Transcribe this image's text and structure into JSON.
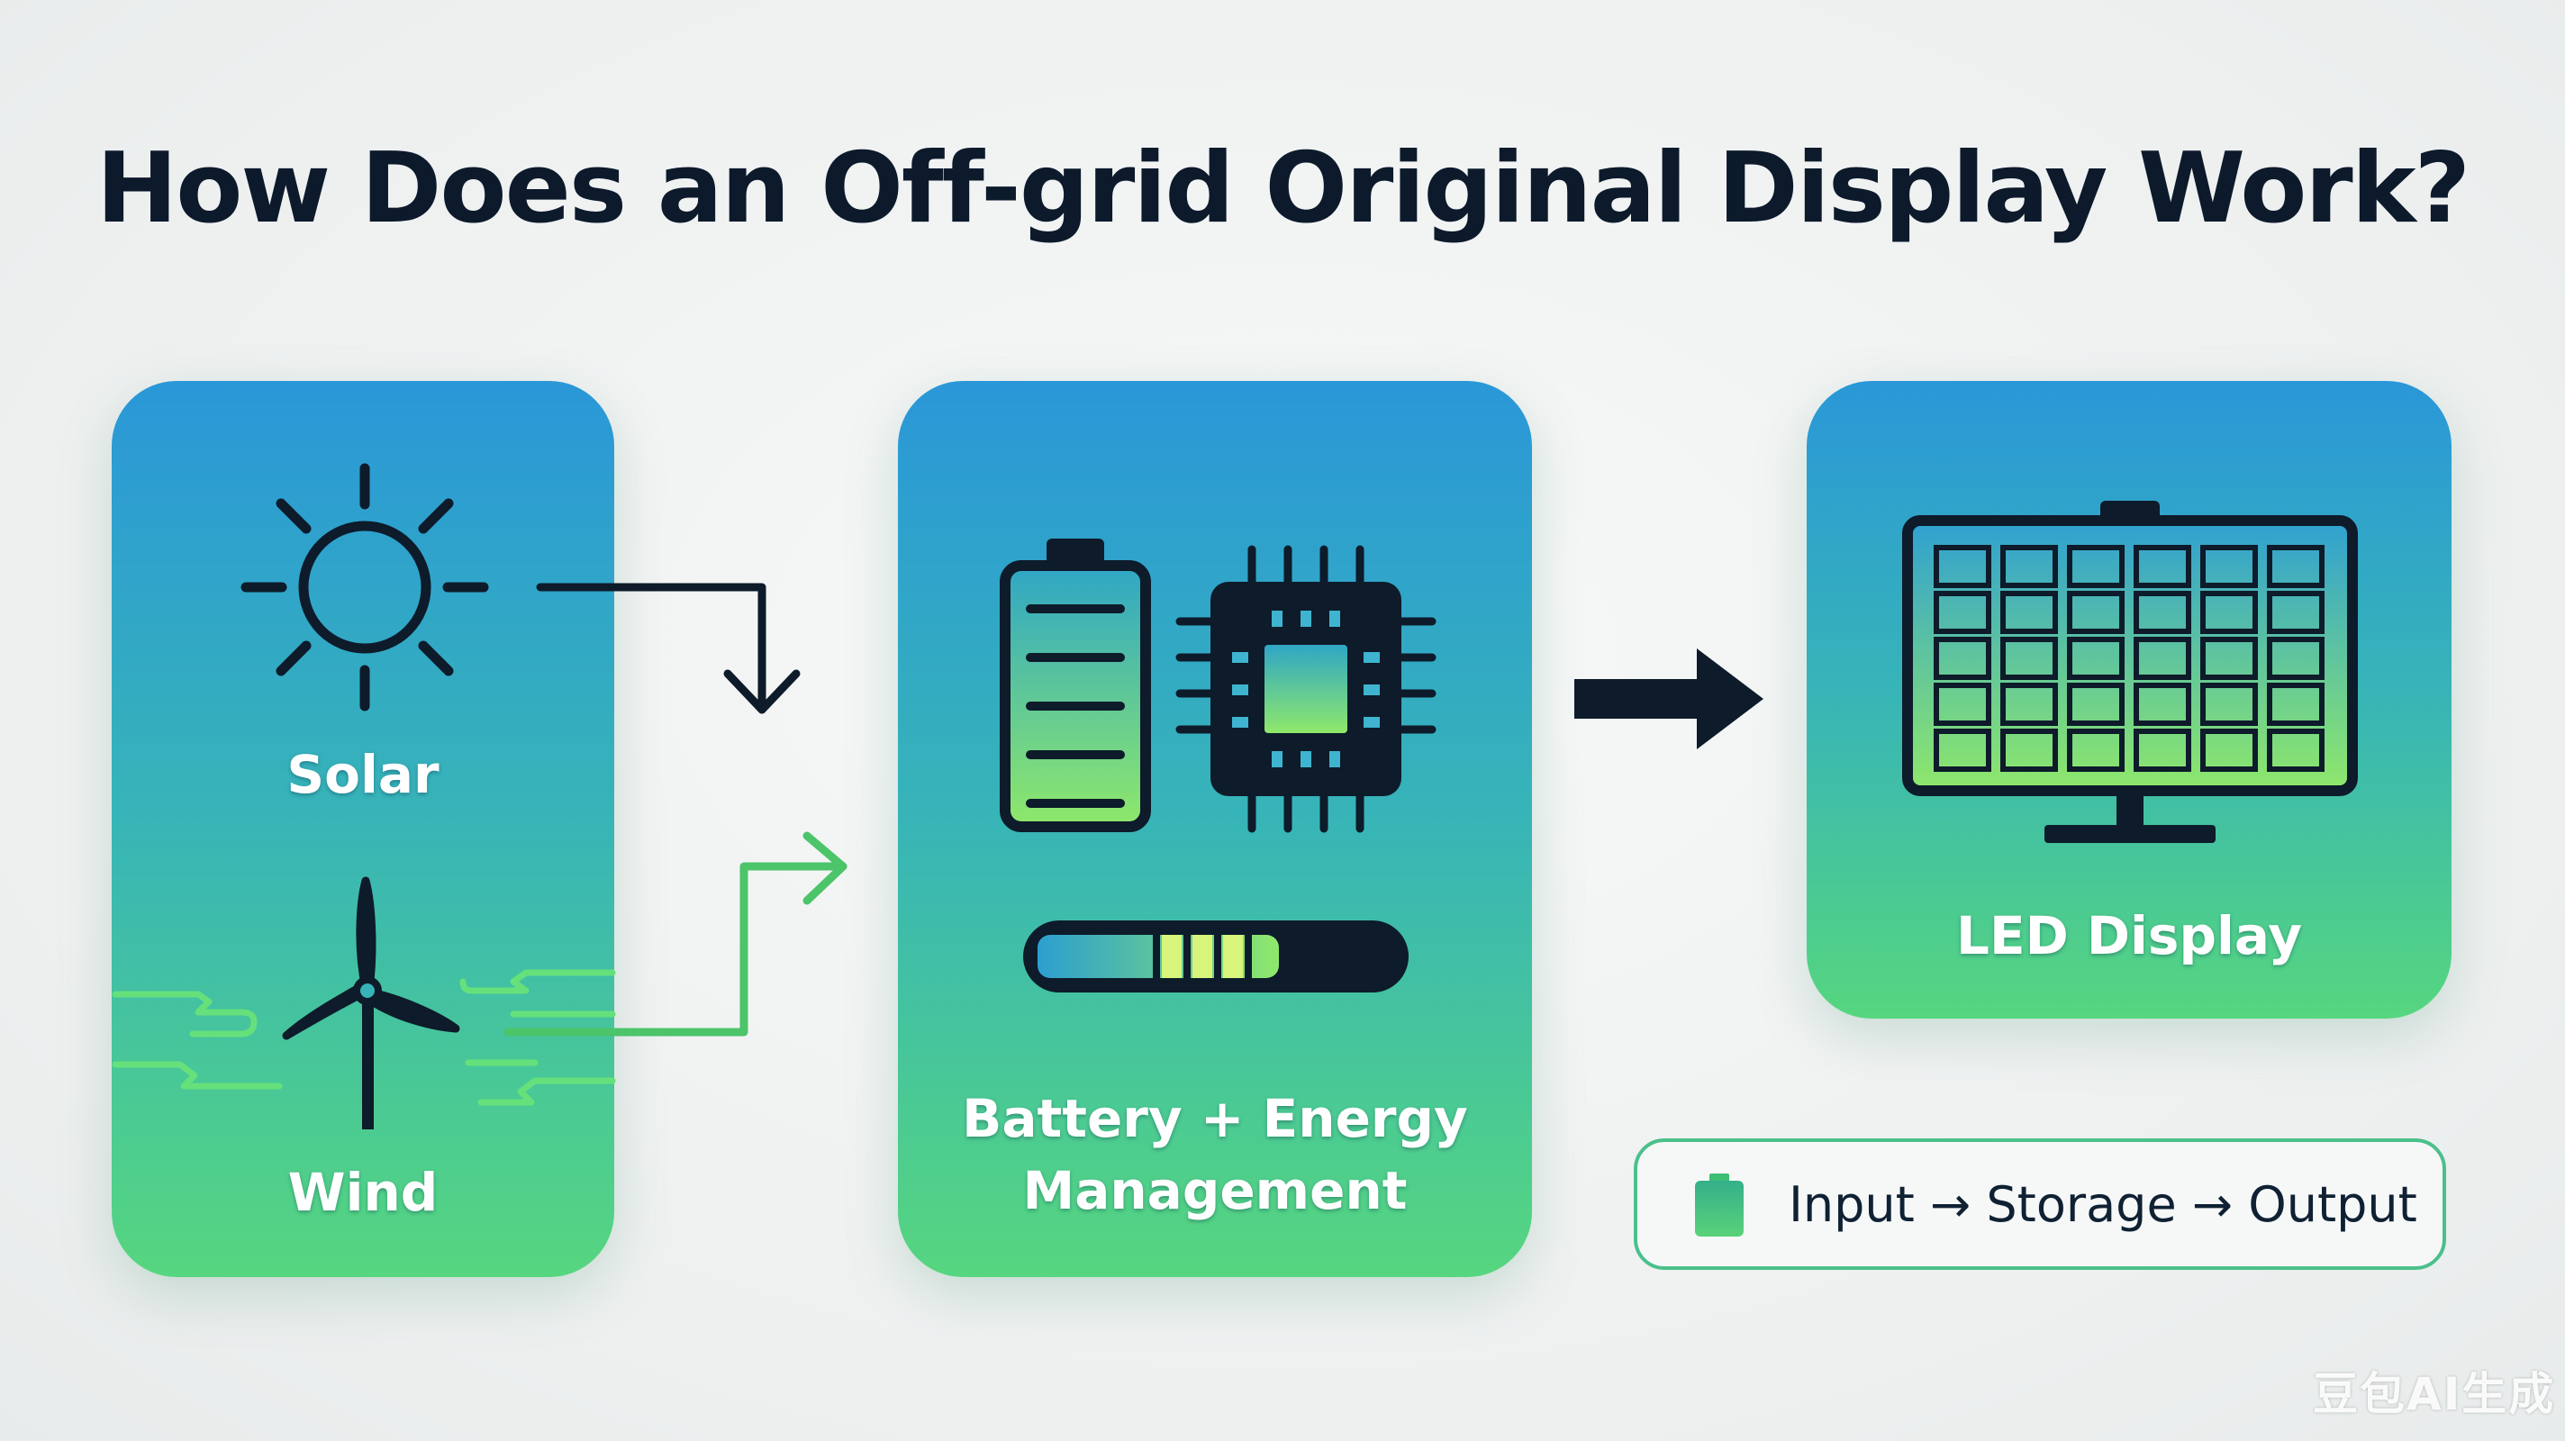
{
  "title": "How Does an Off-grid Original Display Work?",
  "cards": {
    "sources": {
      "solar_label": "Solar",
      "wind_label": "Wind"
    },
    "storage": {
      "label_line1": "Battery + Energy",
      "label_line2": "Management"
    },
    "display": {
      "label": "LED Display"
    }
  },
  "legend": {
    "text": "Input → Storage → Output",
    "icon": "battery-icon"
  },
  "watermark": "豆包AI生成",
  "colors": {
    "card_top": "#2a97d8",
    "card_mid": "#37b4b8",
    "card_bottom": "#56d67f",
    "icon_dark": "#0d1b2a",
    "accent_green": "#4cc46a",
    "title": "#0c1a2c"
  }
}
